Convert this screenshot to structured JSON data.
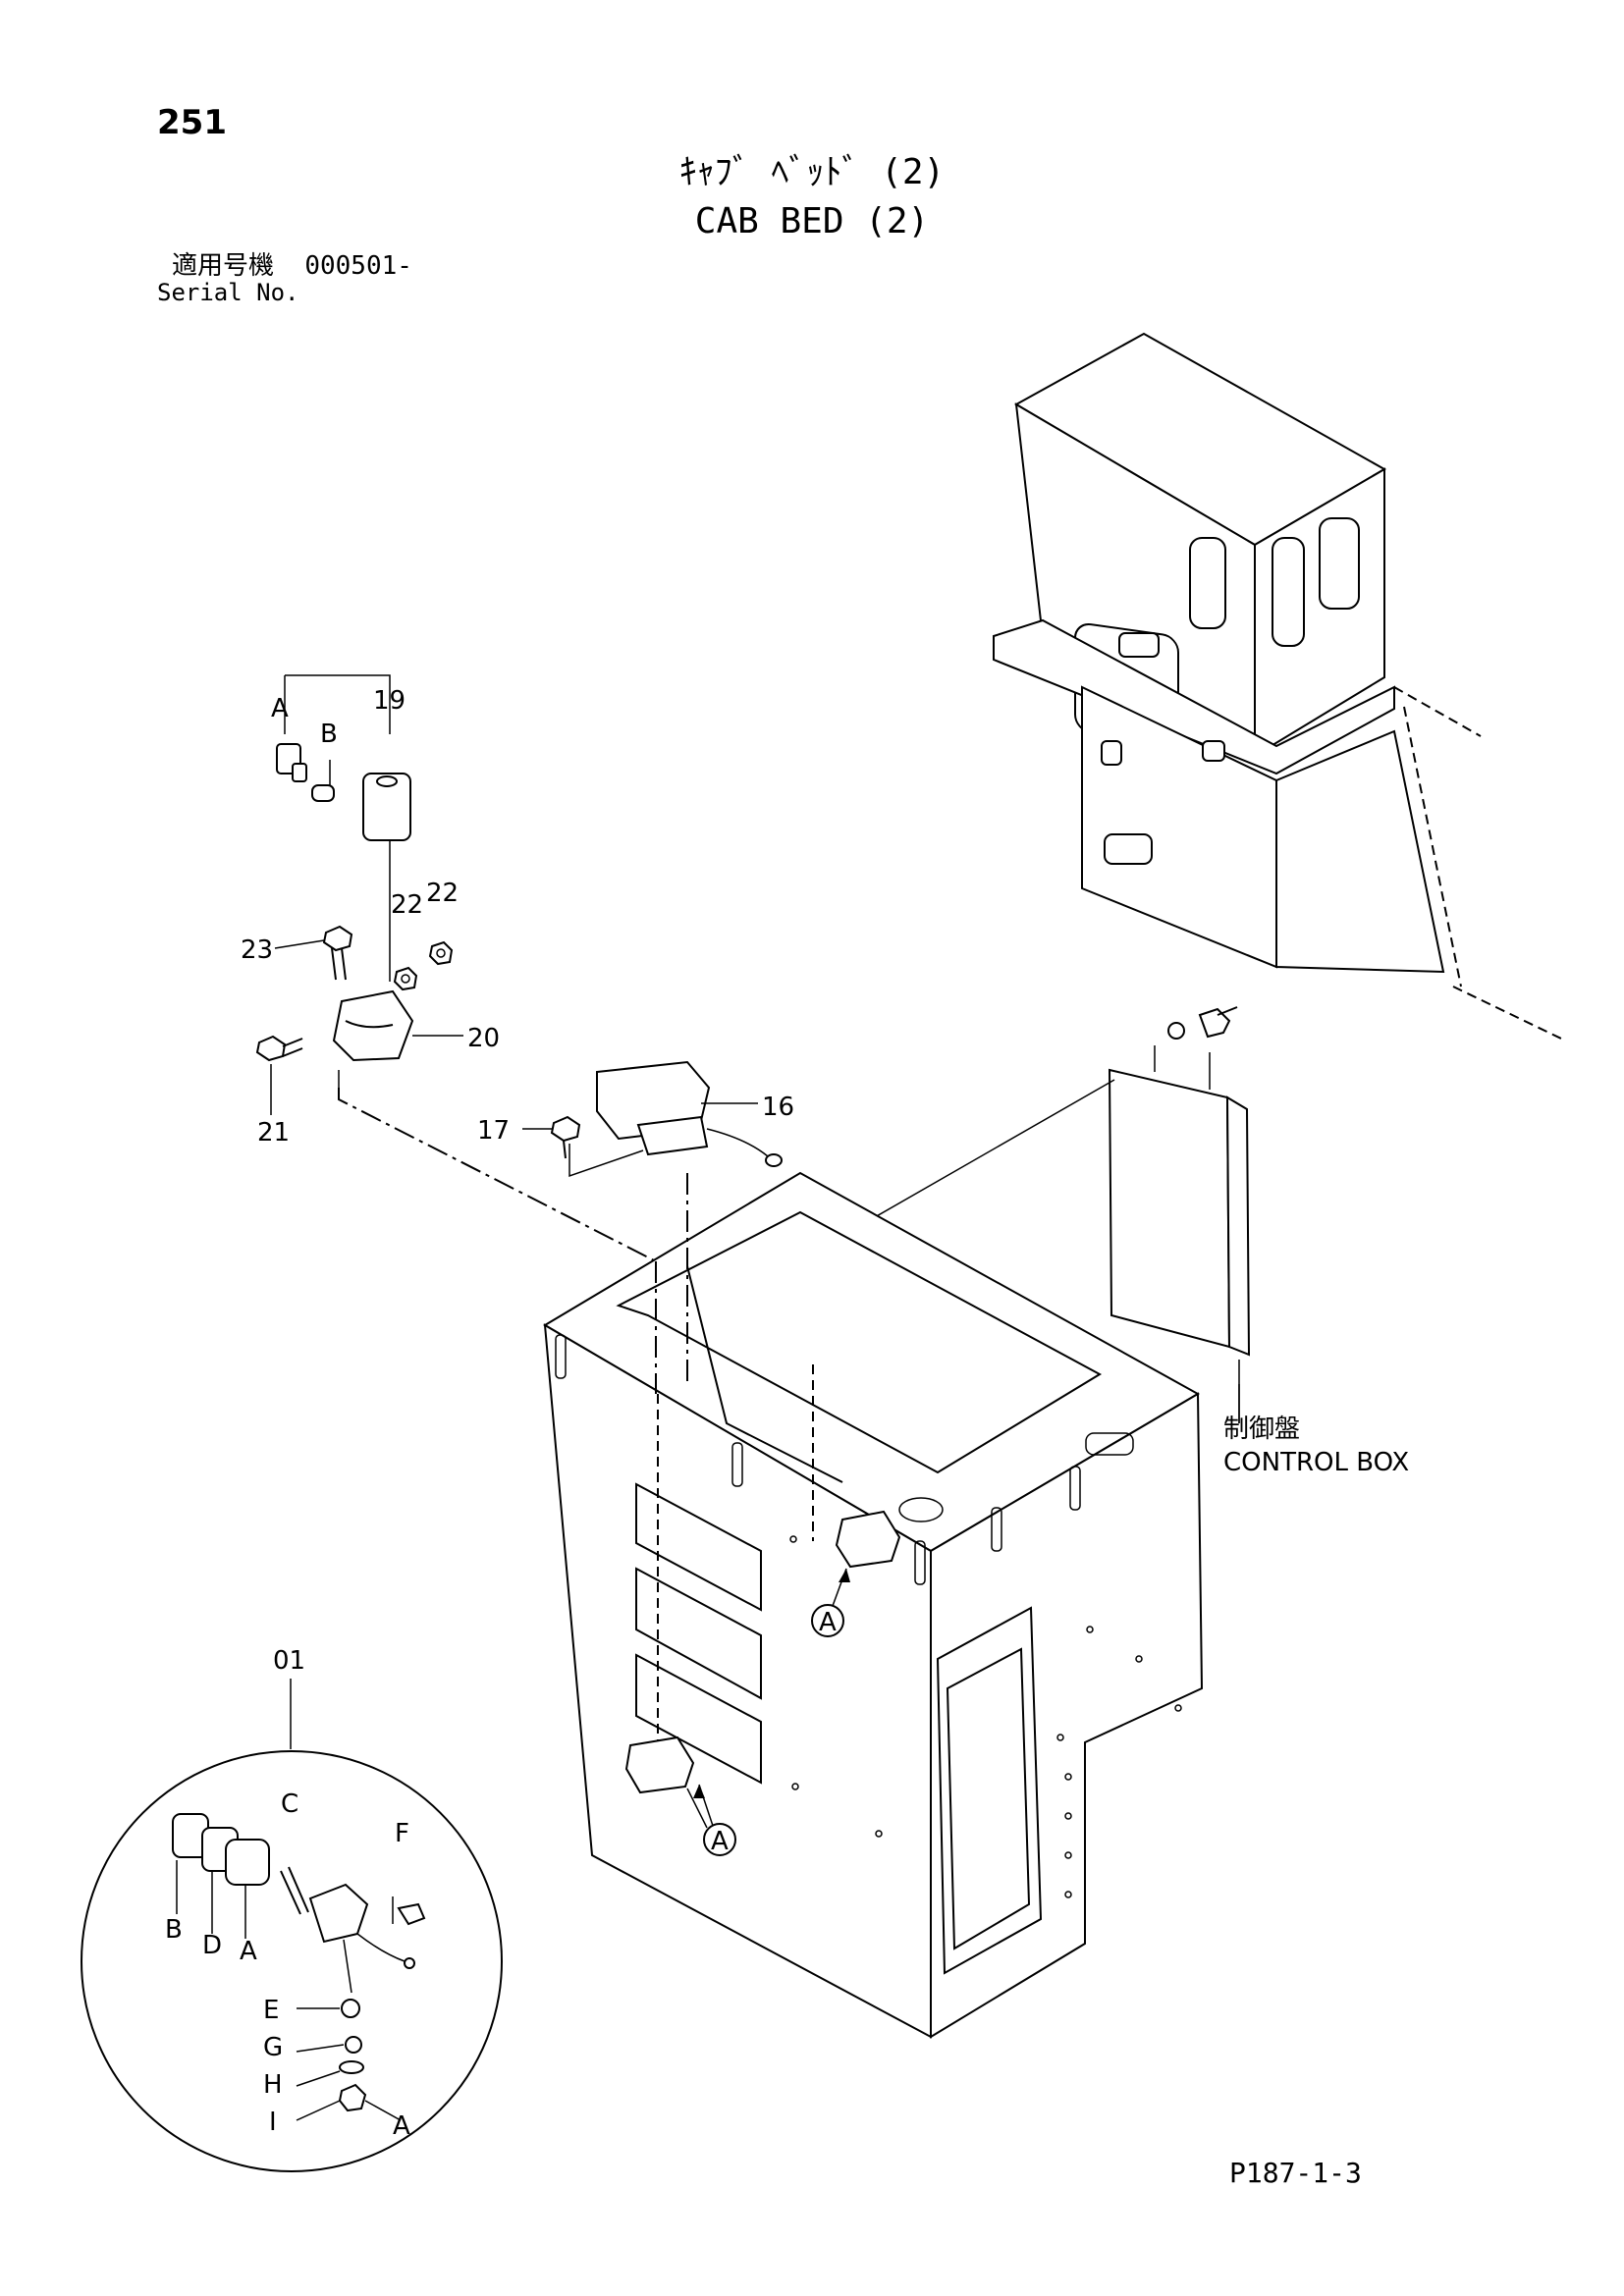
{
  "header": {
    "page_number": "251",
    "title_jp": "ｷｬﾌﾞ ﾍﾞｯﾄﾞ (2)",
    "title_en": "CAB BED (2)",
    "serial_label_jp": "適用号機",
    "serial_value": "000501-",
    "serial_label_en": "Serial No."
  },
  "footer": {
    "page_ref": "P187-1-3"
  },
  "callouts": {
    "p19": "19",
    "pA_top": "A",
    "pB_top": "B",
    "p22a": "22",
    "p22b": "22",
    "p23": "23",
    "p20": "20",
    "p21": "21",
    "p17": "17",
    "p16": "16",
    "control_box_jp": "制御盤",
    "control_box_en": "CONTROL BOX",
    "ref_a1": "A",
    "ref_a2": "A",
    "p01": "01",
    "d_C": "C",
    "d_F": "F",
    "d_B": "B",
    "d_D": "D",
    "d_A": "A",
    "d_E": "E",
    "d_G": "G",
    "d_H": "H",
    "d_I": "I",
    "d_A2": "A"
  },
  "icons": [
    "bolt-icon",
    "nut-icon",
    "washer-icon",
    "switch-icon",
    "lamp-icon",
    "cab-icon",
    "control-box-icon"
  ]
}
